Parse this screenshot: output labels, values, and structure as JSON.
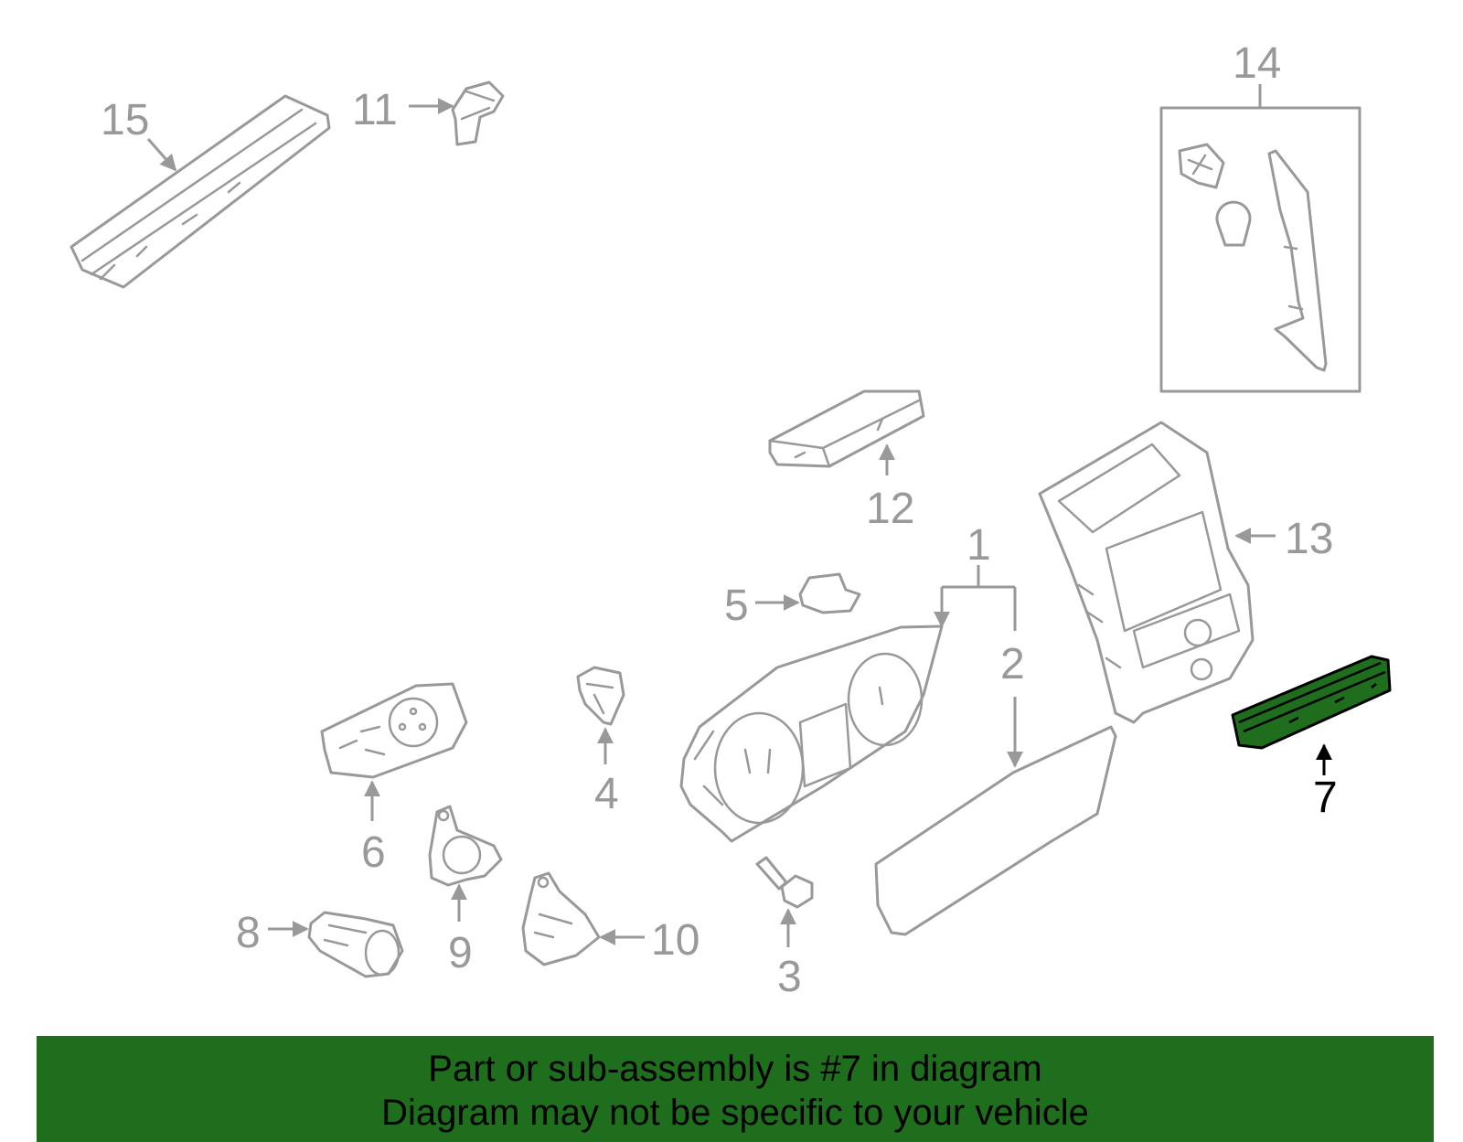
{
  "callouts": {
    "c1": "1",
    "c2": "2",
    "c3": "3",
    "c4": "4",
    "c5": "5",
    "c6": "6",
    "c7": "7",
    "c8": "8",
    "c9": "9",
    "c10": "10",
    "c11": "11",
    "c12": "12",
    "c13": "13",
    "c14": "14",
    "c15": "15"
  },
  "highlighted_part": "7",
  "colors": {
    "highlight": "#1e6e1e",
    "line": "#999999",
    "active": "#000000"
  },
  "banner": {
    "line1": "Part or sub-assembly is #7 in diagram",
    "line2": "Diagram may not be specific to your vehicle"
  }
}
